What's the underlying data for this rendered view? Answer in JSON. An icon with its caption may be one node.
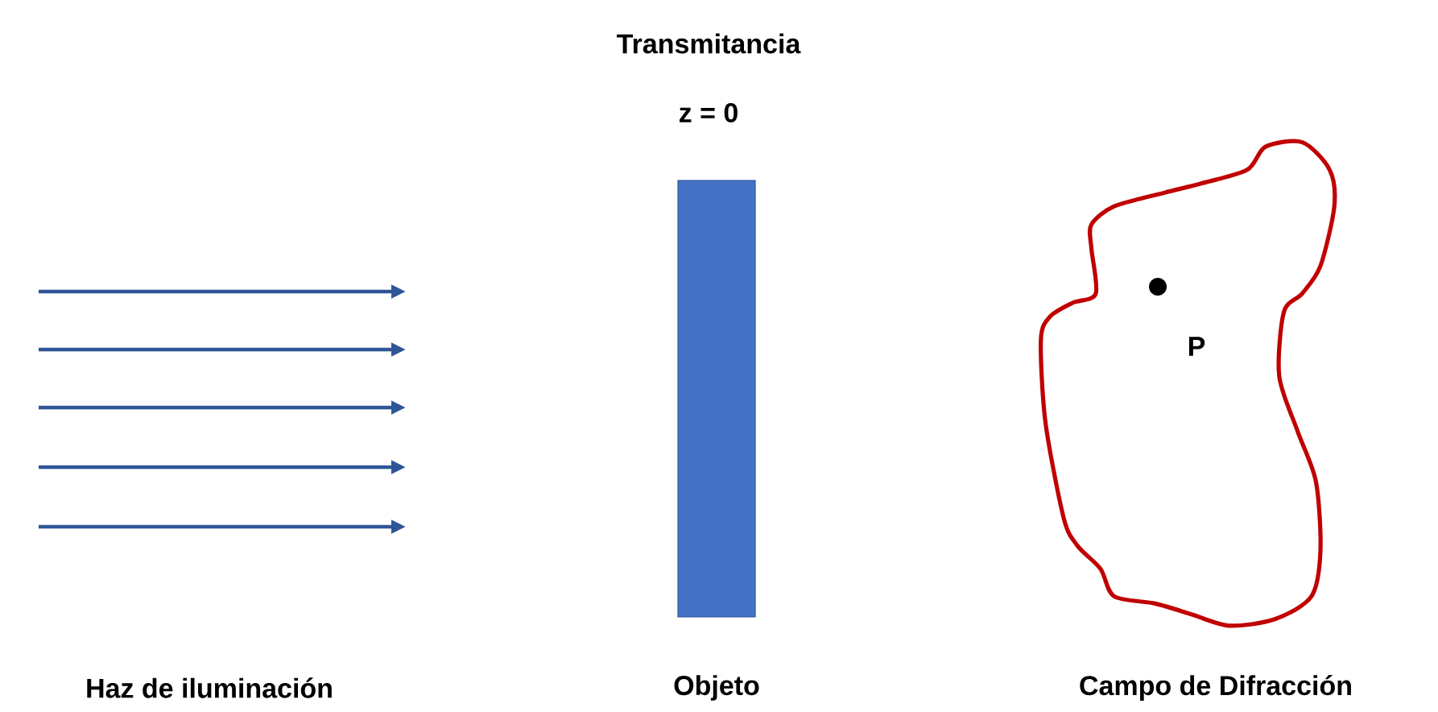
{
  "diagram": {
    "nodes": [
      {
        "text": [],
        "shape": "bar",
        "beside": [
          "Transmitancia",
          "z = 0",
          "Objeto"
        ]
      },
      {
        "text": [],
        "shape": "cloud",
        "beside": [
          "Campo de Difracción"
        ]
      }
    ],
    "labels": [
      "Haz de iluminación",
      "P"
    ]
  }
}
